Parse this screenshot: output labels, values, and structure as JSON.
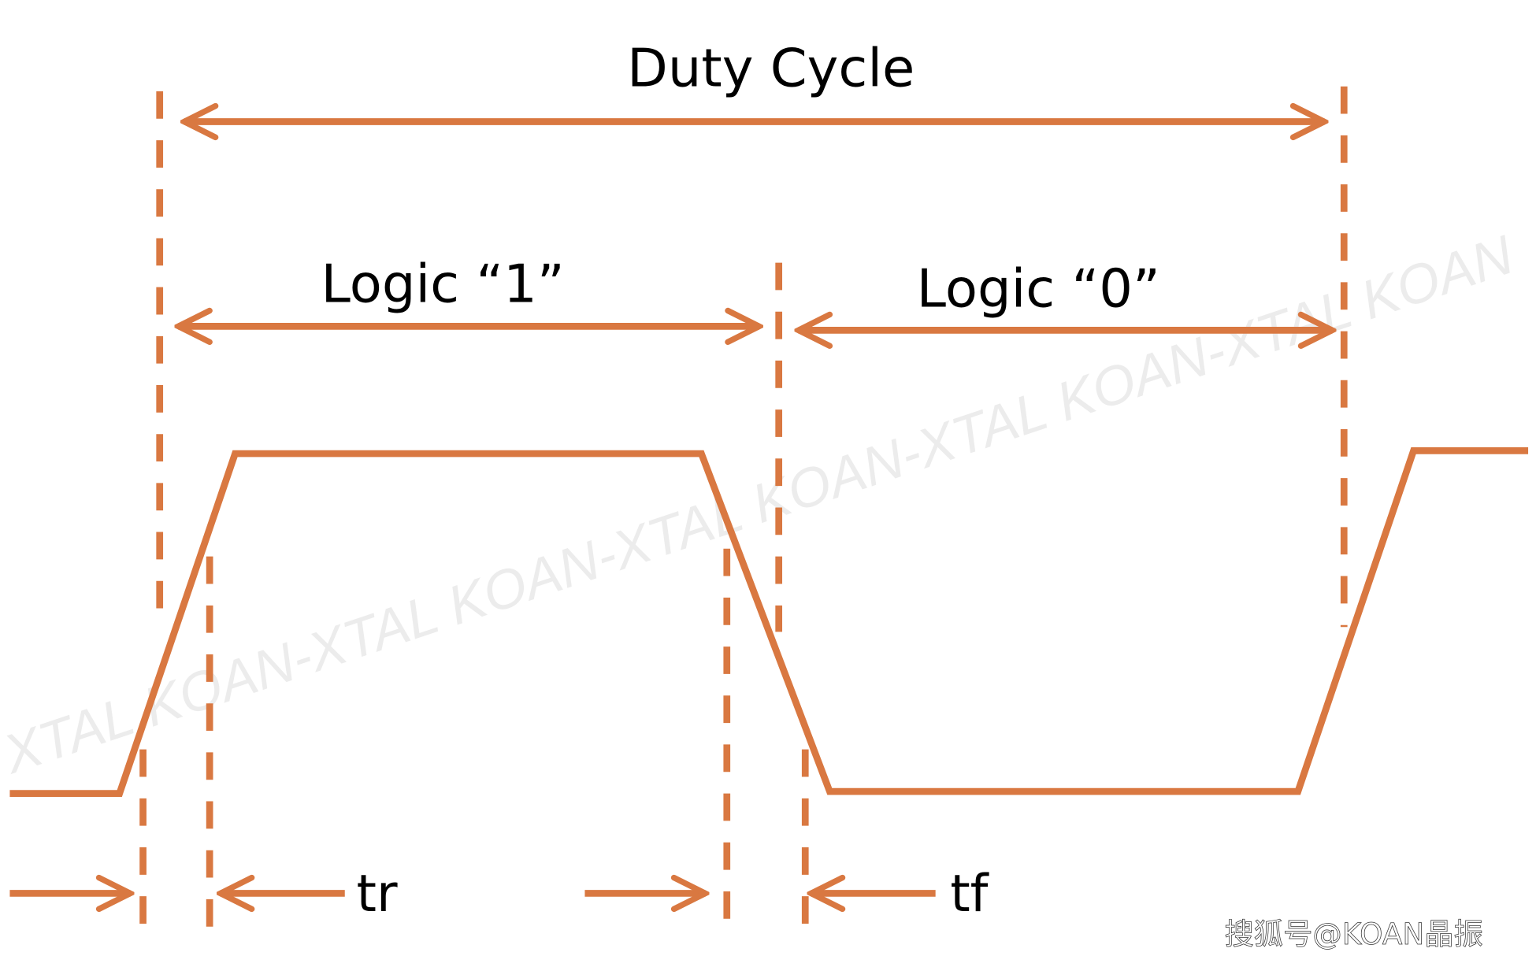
{
  "title": "Duty Cycle",
  "labels": {
    "logic_one": "Logic “1”",
    "logic_zero": "Logic “0”",
    "rise_time": "tr",
    "fall_time": "tf"
  },
  "watermark": "XTAL KOAN-XTAL KOAN-XTAL KOAN-XTAL KOAN-XTAL KOAN",
  "source_credit": "搜狐号@KOAN晶振",
  "colors": {
    "accent": "#D97841",
    "text": "#000000"
  }
}
